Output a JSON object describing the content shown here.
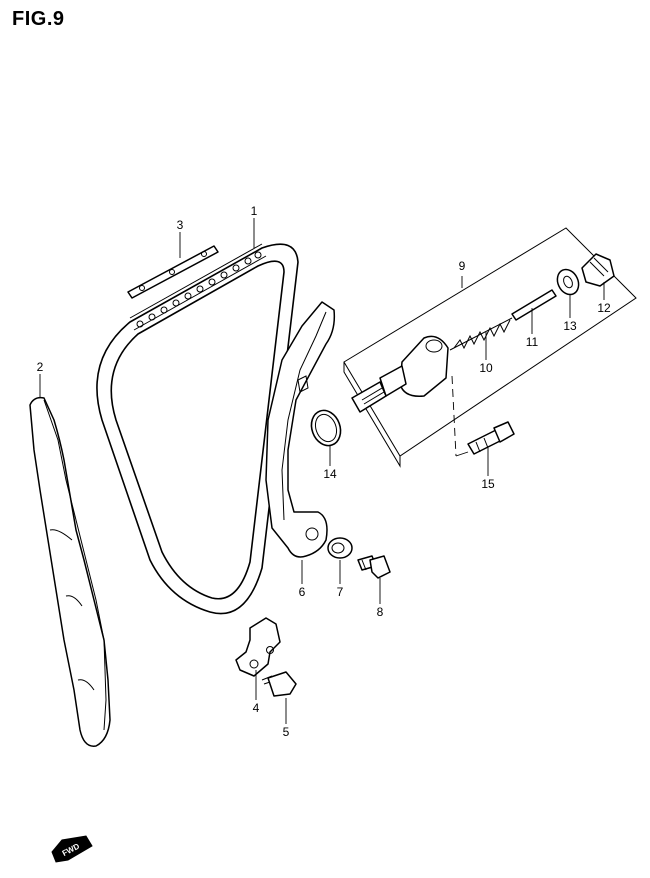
{
  "figure": {
    "title": "FIG.9",
    "fwd_label": "FWD"
  },
  "callouts": [
    "1",
    "2",
    "3",
    "4",
    "5",
    "6",
    "7",
    "8",
    "9",
    "10",
    "11",
    "12",
    "13",
    "14",
    "15"
  ]
}
